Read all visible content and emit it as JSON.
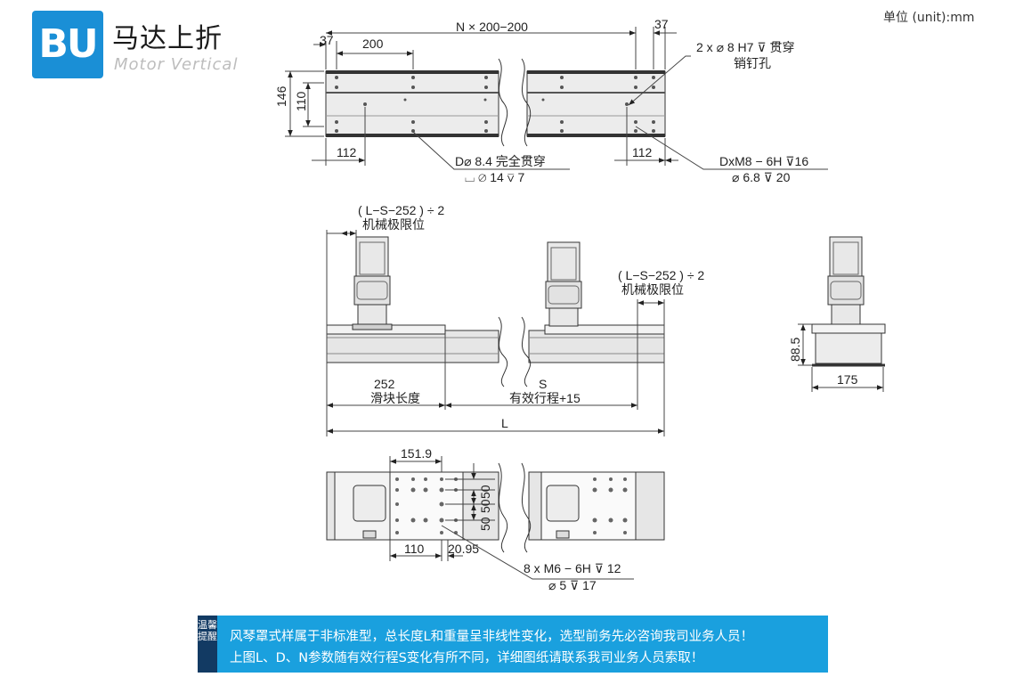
{
  "brand": {
    "logo": "BU",
    "name_cn": "马达上折",
    "name_en": "Motor Vertical"
  },
  "unit_label": "单位 (unit):mm",
  "top_view": {
    "dim_n": "N × 200−200",
    "dim_37_left": "37",
    "dim_200": "200",
    "dim_37_right": "37",
    "dim_146": "146",
    "dim_110": "110",
    "dim_112_left": "112",
    "dim_112_right": "112",
    "pin_hole_spec": "2 x ⌀ 8 H7 ⊽ 贯穿",
    "pin_hole_name": "销钉孔",
    "through_hole_spec": "D⌀ 8.4 完全贯穿",
    "counterbore_spec": "⌴ ⌀ 14 ⊽ 7",
    "thread_spec": "DxM8 − 6H ⊽16",
    "thread_drill": "⌀ 6.8 ⊽ 20"
  },
  "side_view": {
    "limit_left_formula": "( L−S−252 ) ÷ 2",
    "limit_left_label": "机械极限位",
    "limit_right_formula": "( L−S−252 ) ÷ 2",
    "limit_right_label": "机械极限位",
    "slider_value": "252",
    "slider_label": "滑块长度",
    "stroke_value": "S",
    "stroke_label": "有效行程+15",
    "total_length": "L"
  },
  "end_view": {
    "height": "88.5",
    "width": "175"
  },
  "bottom_view": {
    "dim_151_9": "151.9",
    "dim_50_a": "50",
    "dim_50_b": "50",
    "dim_50_c": "50",
    "dim_110": "110",
    "dim_20_95": "20.95",
    "thread_spec": "8 x  M6 − 6H ⊽ 12",
    "thread_drill": "⌀ 5 ⊽ 17"
  },
  "notice": {
    "tag": "温馨提醒",
    "line1": "风琴罩式样属于非标准型，总长度L和重量呈非线性变化，选型前务先必咨询我司业务人员！",
    "line2": "上图L、D、N参数随有效行程S变化有所不同，详细图纸请联系我司业务人员索取！"
  },
  "colors": {
    "brand_blue": "#1a8fd6",
    "notice_blue": "#1aa0de",
    "notice_tag": "#123a63"
  }
}
